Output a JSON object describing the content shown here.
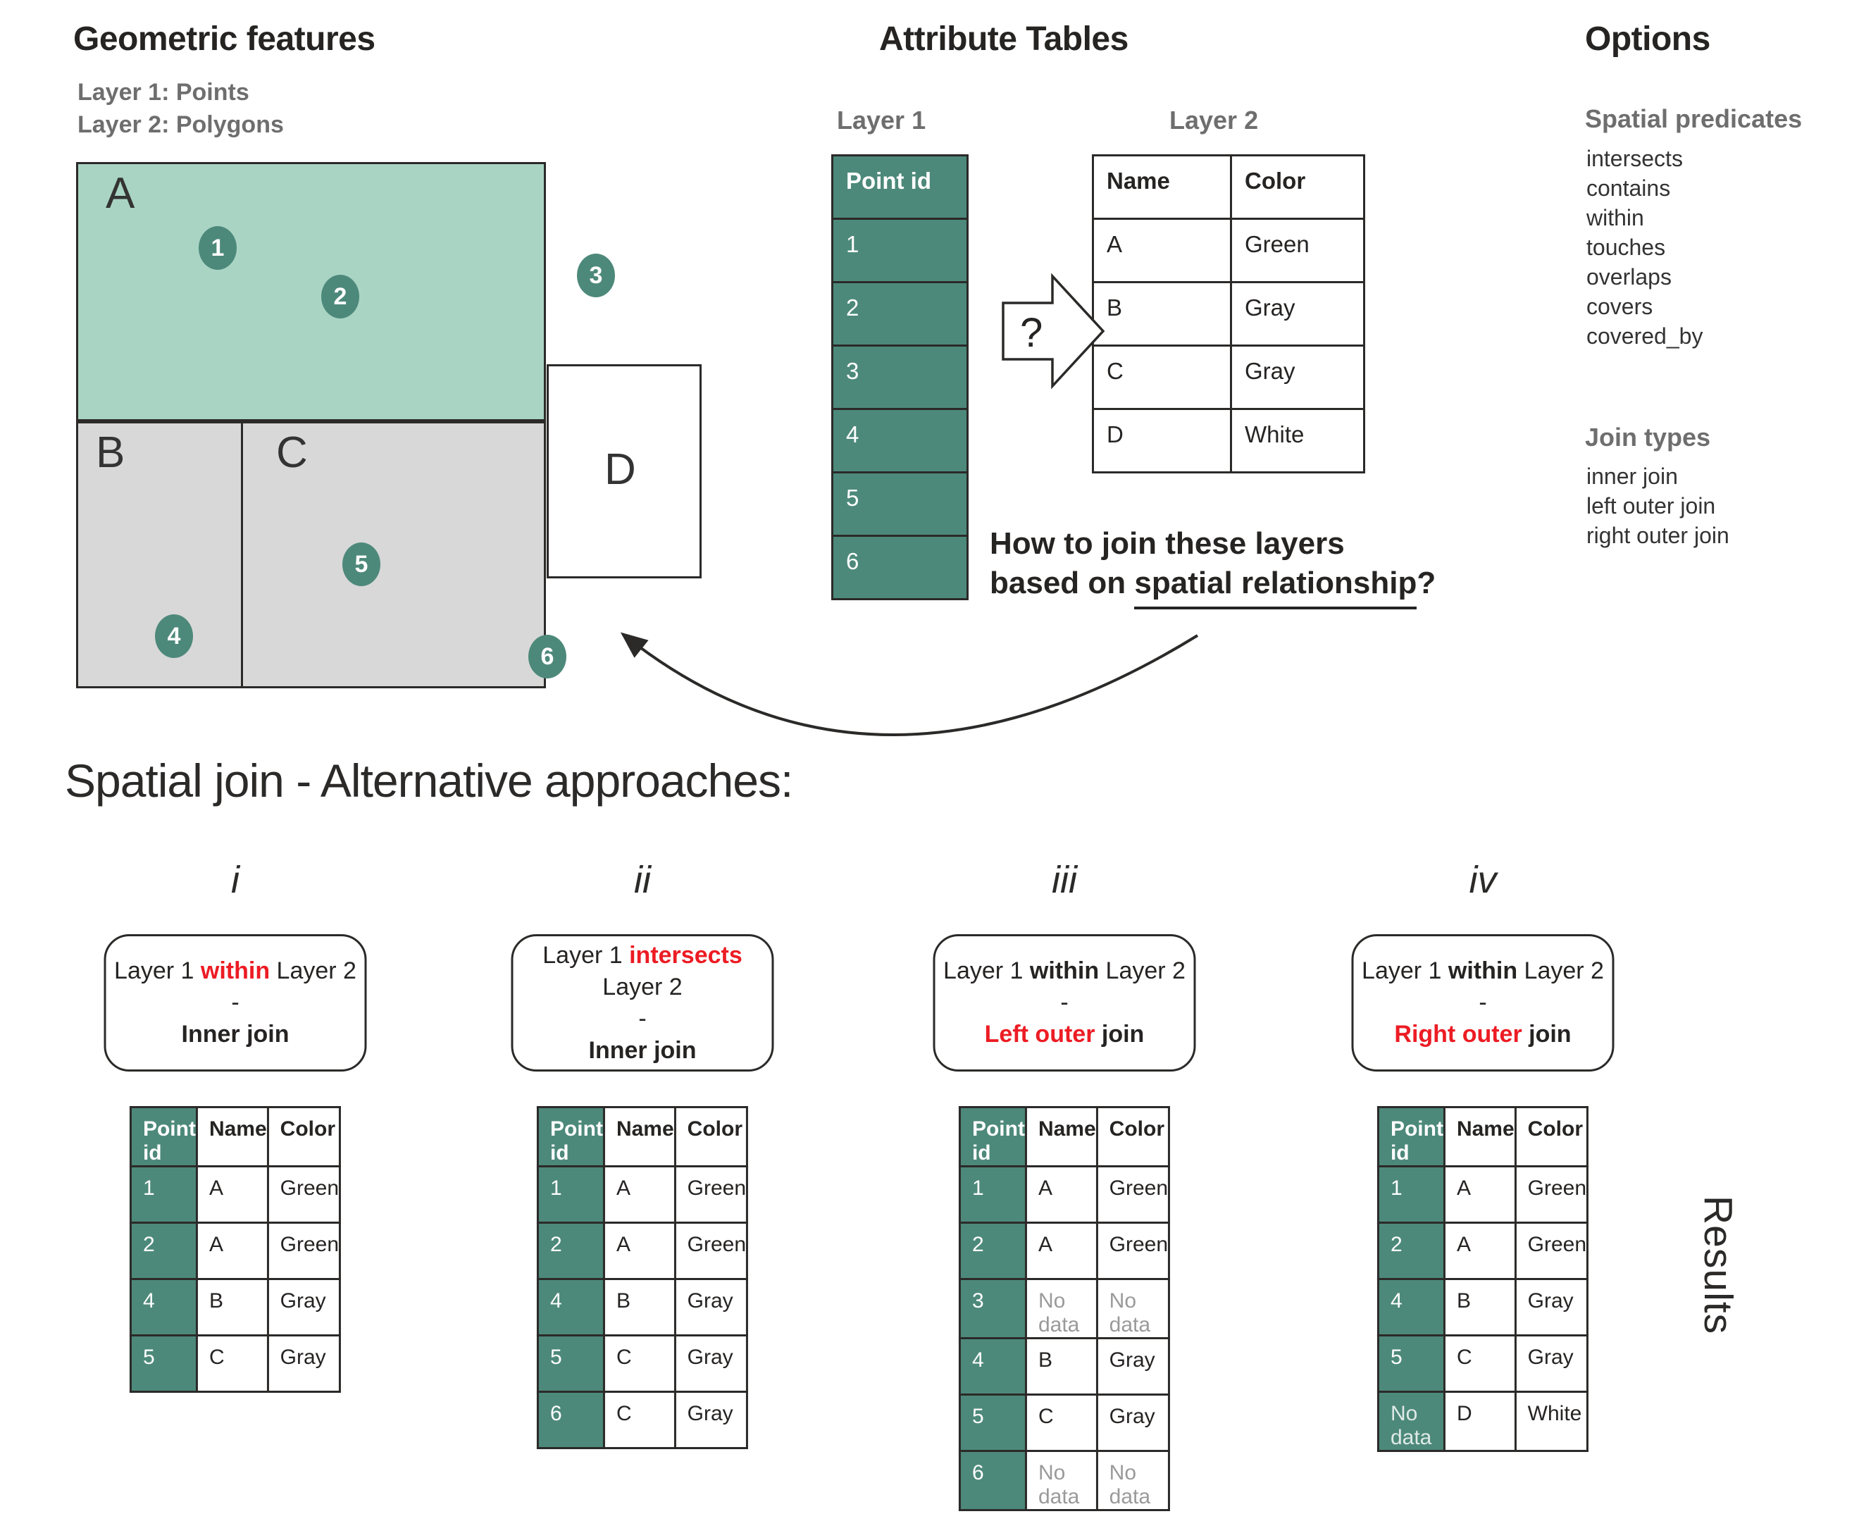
{
  "colors": {
    "teal": "#4d897a",
    "polygon_green": "#a9d4c4",
    "polygon_gray": "#d8d8d8",
    "accent_red": "#ec1c24",
    "ink": "#2b2a29",
    "muted_gray": "#9a9a9a",
    "heading_gray": "#6e6e6e"
  },
  "geometric": {
    "title": "Geometric features",
    "layer1_label": "Layer 1: Points",
    "layer2_label": "Layer 2: Polygons",
    "polygons": [
      {
        "label": "A",
        "fill": "#a9d4c4"
      },
      {
        "label": "B",
        "fill": "#d8d8d8"
      },
      {
        "label": "C",
        "fill": "#d8d8d8"
      },
      {
        "label": "D",
        "fill": "#ffffff"
      }
    ],
    "points": [
      {
        "id": "1"
      },
      {
        "id": "2"
      },
      {
        "id": "3"
      },
      {
        "id": "4"
      },
      {
        "id": "5"
      },
      {
        "id": "6"
      }
    ]
  },
  "attribute_tables": {
    "title": "Attribute Tables",
    "layer1": {
      "label": "Layer 1",
      "header": "Point id",
      "rows": [
        "1",
        "2",
        "3",
        "4",
        "5",
        "6"
      ]
    },
    "layer2": {
      "label": "Layer 2",
      "headers": [
        "Name",
        "Color"
      ],
      "rows": [
        [
          "A",
          "Green"
        ],
        [
          "B",
          "Gray"
        ],
        [
          "C",
          "Gray"
        ],
        [
          "D",
          "White"
        ]
      ]
    },
    "arrow_label": "?",
    "question_line1": "How to join these layers",
    "question_line2_pre": "based on ",
    "question_line2_underline": "spatial relationship",
    "question_line2_suffix": "?"
  },
  "options": {
    "title": "Options",
    "predicates_title": "Spatial predicates",
    "predicates": [
      "intersects",
      "contains",
      "within",
      "touches",
      "overlaps",
      "covers",
      "covered_by"
    ],
    "join_types_title": "Join types",
    "join_types": [
      "inner join",
      "left outer join",
      "right outer join"
    ]
  },
  "approaches_section": {
    "title": "Spatial join - Alternative approaches:",
    "results_label": "Results",
    "approaches": [
      {
        "numeral": "i",
        "box": {
          "line1_pre": "Layer 1 ",
          "predicate": "within",
          "predicate_red": true,
          "line1_post": " Layer 2",
          "dash": "-",
          "join_red": "",
          "join_rest": "Inner join"
        },
        "table": {
          "headers": [
            "Point id",
            "Name",
            "Color"
          ],
          "rows": [
            [
              "1",
              "A",
              "Green"
            ],
            [
              "2",
              "A",
              "Green"
            ],
            [
              "4",
              "B",
              "Gray"
            ],
            [
              "5",
              "C",
              "Gray"
            ]
          ]
        }
      },
      {
        "numeral": "ii",
        "box": {
          "line1_pre": "Layer 1 ",
          "predicate": "intersects",
          "predicate_red": true,
          "line1_post": " Layer 2",
          "dash": "-",
          "join_red": "",
          "join_rest": "Inner join"
        },
        "table": {
          "headers": [
            "Point id",
            "Name",
            "Color"
          ],
          "rows": [
            [
              "1",
              "A",
              "Green"
            ],
            [
              "2",
              "A",
              "Green"
            ],
            [
              "4",
              "B",
              "Gray"
            ],
            [
              "5",
              "C",
              "Gray"
            ],
            [
              "6",
              "C",
              "Gray"
            ]
          ]
        }
      },
      {
        "numeral": "iii",
        "box": {
          "line1_pre": "Layer 1 ",
          "predicate": "within",
          "predicate_red": false,
          "line1_post": " Layer 2",
          "dash": "-",
          "join_red": "Left outer",
          "join_rest": " join"
        },
        "table": {
          "headers": [
            "Point id",
            "Name",
            "Color"
          ],
          "rows": [
            [
              "1",
              "A",
              "Green"
            ],
            [
              "2",
              "A",
              "Green"
            ],
            [
              "3",
              "No data",
              "No data"
            ],
            [
              "4",
              "B",
              "Gray"
            ],
            [
              "5",
              "C",
              "Gray"
            ],
            [
              "6",
              "No data",
              "No data"
            ]
          ]
        }
      },
      {
        "numeral": "iv",
        "box": {
          "line1_pre": "Layer 1 ",
          "predicate": "within",
          "predicate_red": false,
          "line1_post": " Layer 2",
          "dash": "-",
          "join_red": "Right outer",
          "join_rest": " join"
        },
        "table": {
          "headers": [
            "Point id",
            "Name",
            "Color"
          ],
          "rows": [
            [
              "1",
              "A",
              "Green"
            ],
            [
              "2",
              "A",
              "Green"
            ],
            [
              "4",
              "B",
              "Gray"
            ],
            [
              "5",
              "C",
              "Gray"
            ],
            [
              "No data",
              "D",
              "White"
            ]
          ]
        }
      }
    ]
  }
}
